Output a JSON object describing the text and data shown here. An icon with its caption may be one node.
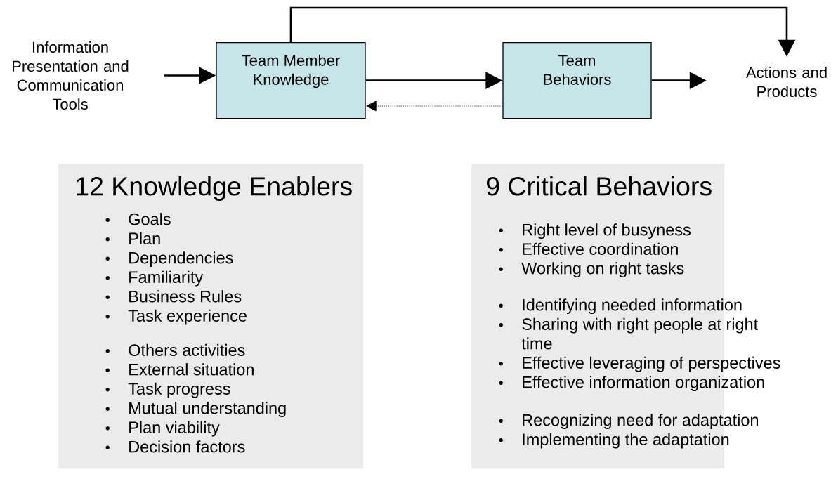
{
  "diagram": {
    "nodes": [
      {
        "text": [
          "Information Presentation and Communication Tools"
        ]
      },
      {
        "text": [
          "Team Member Knowledge"
        ]
      },
      {
        "text": [
          "Team Behaviors"
        ]
      },
      {
        "text": [
          "Actions and Products"
        ]
      },
      {
        "text": [
          "12 Knowledge Enablers",
          "Goals",
          "Plan",
          "Dependencies",
          "Familiarity",
          "Business Rules",
          "Task experience",
          "Others activities",
          "External situation",
          "Task progress",
          "Mutual understanding",
          "Plan viability",
          "Decision factors"
        ]
      },
      {
        "text": [
          "9 Critical Behaviors",
          "Right level of busyness",
          "Effective coordination",
          "Working on right tasks",
          "Identifying needed information",
          "Sharing with right people at right time",
          "Effective leveraging of perspectives",
          "Effective information organization",
          "Recognizing need for adaptation",
          "Implementing the adaptation"
        ]
      }
    ],
    "edges": [
      {
        "from": 0,
        "to": 1,
        "arrow": "to"
      },
      {
        "from": 1,
        "to": 2,
        "arrow": "to"
      },
      {
        "from": 2,
        "to": 3,
        "arrow": "to"
      },
      {
        "from": 1,
        "to": 3,
        "arrow": "to"
      },
      {
        "from": 2,
        "to": 1,
        "arrow": "to",
        "style": "dashed"
      }
    ]
  }
}
